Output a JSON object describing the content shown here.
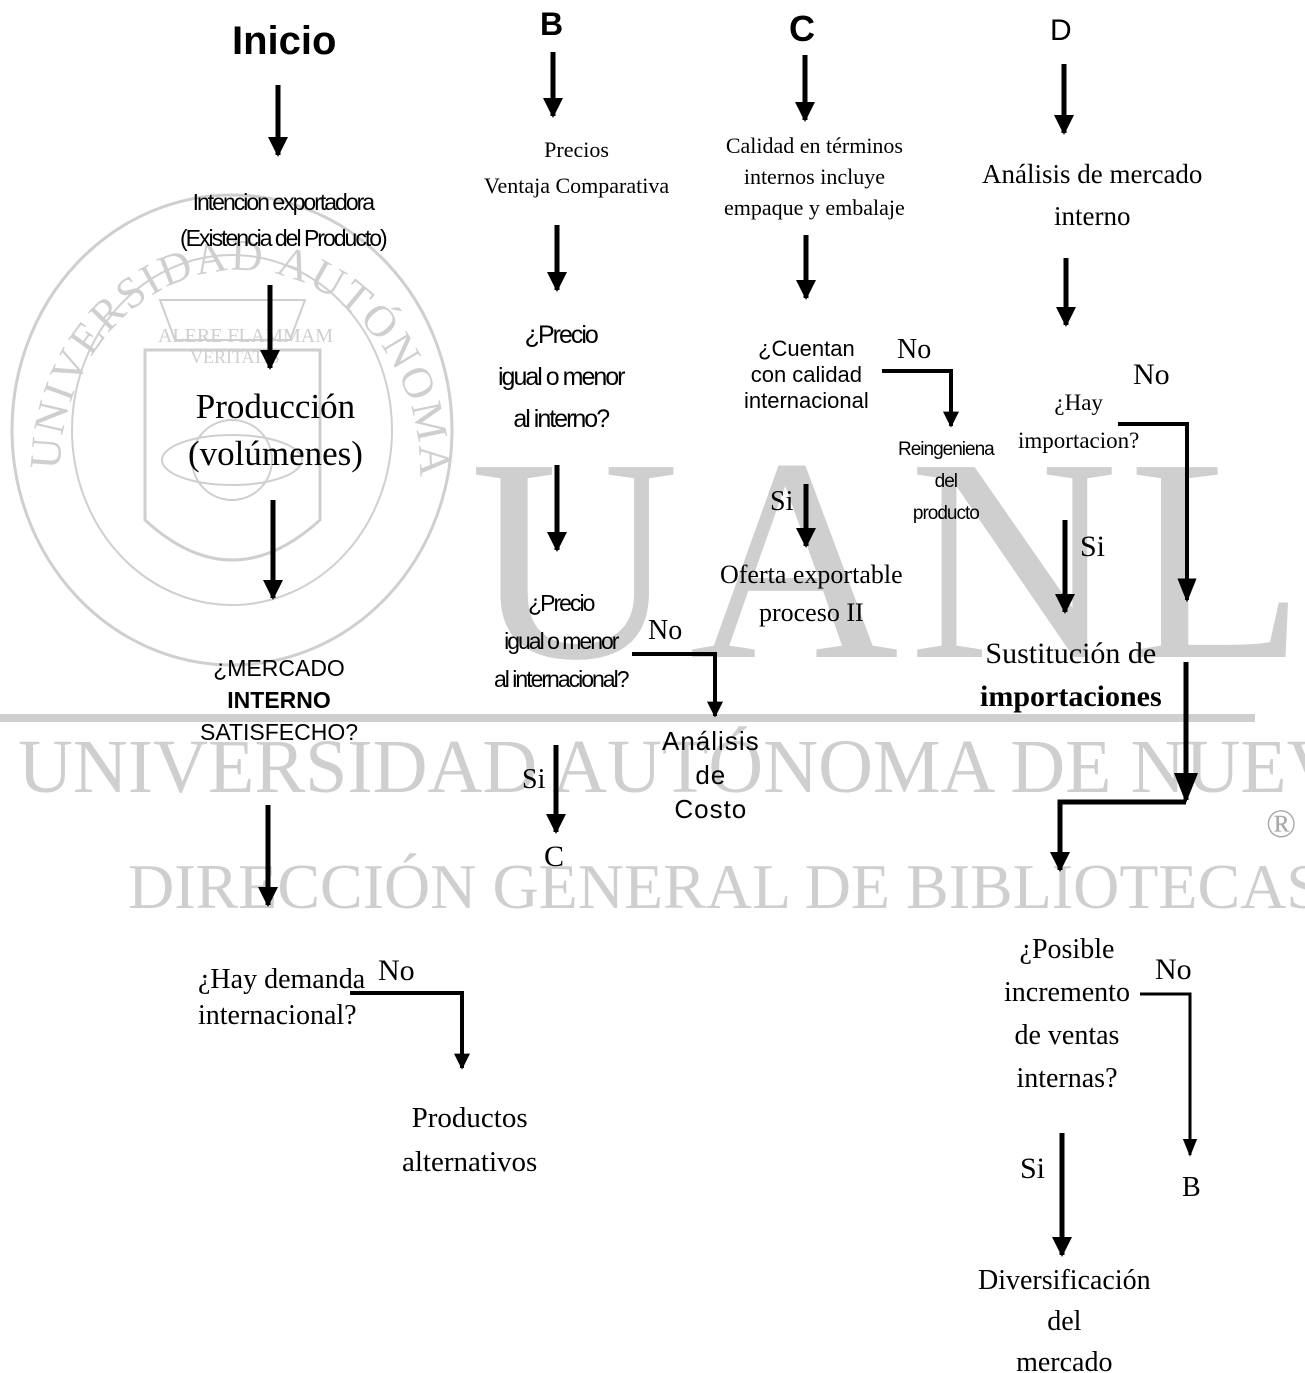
{
  "watermark": {
    "seal_arc_text": "UNIVERSIDAD AUTÓNOMA DE NUEVO LEÓN",
    "seal_motto_1": "ALERE FLAMMAM",
    "seal_motto_2": "VERITATIS",
    "big_letters": "UANL",
    "university_line": "UNIVERSIDAD AUTÓNOMA DE NUEVO LEÓN",
    "registered_mark": "®",
    "library_line": "DIRECCIÓN GENERAL DE BIBLIOTECAS",
    "color": "#cfcfcf"
  },
  "columns": {
    "inicio": {
      "header": "Inicio",
      "step1": [
        "Intencion exportadora",
        "(Existencia del Producto)"
      ],
      "step2": [
        "Producción",
        "(volúmenes)"
      ],
      "question1": [
        "¿MERCADO",
        "INTERNO",
        "SATISFECHO?"
      ],
      "question2": [
        "¿Hay demanda",
        "internacional?"
      ],
      "no_label": "No",
      "no_result": [
        "Productos",
        "alternativos"
      ]
    },
    "b": {
      "header": "B",
      "step1": [
        "Precios",
        "Ventaja Comparativa"
      ],
      "question1": [
        "¿Precio",
        "igual o menor",
        "al interno?"
      ],
      "question2": [
        "¿Precio",
        "igual o menor",
        "al internacional?"
      ],
      "no_label": "No",
      "no_result": [
        "Análisis",
        "de",
        "Costo"
      ],
      "si_label": "Si",
      "si_result": "C"
    },
    "c": {
      "header": "C",
      "step1": [
        "Calidad en términos",
        "internos incluye",
        "empaque y embalaje"
      ],
      "question1": [
        "¿Cuentan",
        "con calidad",
        "internacional"
      ],
      "no_label": "No",
      "no_result": [
        "Reingeniena",
        "del",
        "producto"
      ],
      "si_label": "Si",
      "si_result": [
        "Oferta exportable",
        "proceso II"
      ]
    },
    "d": {
      "header": "D",
      "step1": [
        "Análisis de mercado",
        "interno"
      ],
      "question1": [
        "¿Hay",
        "importacion?"
      ],
      "no_label": "No",
      "si_label": "Si",
      "si_result": [
        "Sustitución de",
        "importaciones"
      ],
      "question2": [
        "¿Posible",
        "incremento",
        "de ventas",
        "internas?"
      ],
      "no_label_2": "No",
      "no_result_2": "B",
      "si_label_2": "Si",
      "si_result_2": [
        "Diversificación",
        "del",
        "mercado"
      ]
    }
  }
}
